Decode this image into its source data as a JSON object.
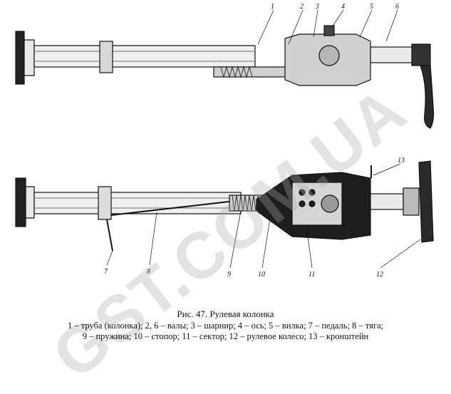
{
  "watermark": "GST.COM.UA",
  "caption": {
    "title": "Рис. 47. Рулевая колонка",
    "legend_line1": "1 – труба (колонка); 2, 6 – валы; 3 – шарнир; 4 – ось; 5 – вилка; 7 – педаль; 8 – тяга;",
    "legend_line2": "9 – пружина; 10 – стопор; 11 – сектор; 12 – рулевое колесо; 13 – кронштейн"
  },
  "callouts": [
    "1",
    "2",
    "3",
    "4",
    "5",
    "6",
    "7",
    "8",
    "9",
    "10",
    "11",
    "12",
    "13"
  ]
}
